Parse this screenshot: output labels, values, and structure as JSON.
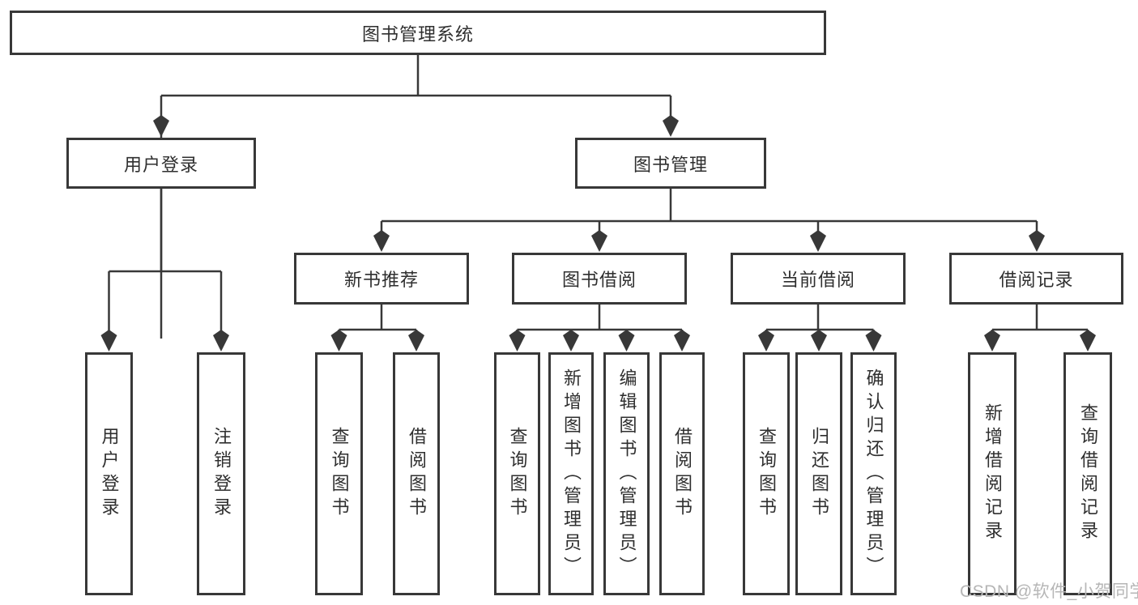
{
  "diagram_title": "图书管理系统",
  "nodes": {
    "root": "图书管理系统",
    "user_login": "用户登录",
    "book_mgmt": "图书管理",
    "new_book_rec": "新书推荐",
    "book_borrow": "图书借阅",
    "current_borrow": "当前借阅",
    "borrow_records": "借阅记录",
    "leaf_user_login": "用户登录",
    "leaf_logout": "注销登录",
    "leaf_query_book_1": "查询图书",
    "leaf_borrow_book_1": "借阅图书",
    "leaf_query_book_2": "查询图书",
    "leaf_add_book": "新增图书（管理员）",
    "leaf_edit_book": "编辑图书（管理员）",
    "leaf_borrow_book_2": "借阅图书",
    "leaf_query_book_3": "查询图书",
    "leaf_return_book": "归还图书",
    "leaf_confirm_return": "确认归还（管理员）",
    "leaf_add_record": "新增借阅记录",
    "leaf_query_record": "查询借阅记录"
  },
  "hierarchy": {
    "root": "图书管理系统",
    "children": [
      {
        "label": "用户登录",
        "children": [
          "用户登录",
          "注销登录"
        ]
      },
      {
        "label": "图书管理",
        "children": [
          {
            "label": "新书推荐",
            "children": [
              "查询图书",
              "借阅图书"
            ]
          },
          {
            "label": "图书借阅",
            "children": [
              "查询图书",
              "新增图书（管理员）",
              "编辑图书（管理员）",
              "借阅图书"
            ]
          },
          {
            "label": "当前借阅",
            "children": [
              "查询图书",
              "归还图书",
              "确认归还（管理员）"
            ]
          },
          {
            "label": "借阅记录",
            "children": [
              "新增借阅记录",
              "查询借阅记录"
            ]
          }
        ]
      }
    ]
  },
  "watermark": "CSDN @软件_小贺同学",
  "colors": {
    "background": "#ffffff",
    "box_border": "#383838",
    "connector_line": "#383838",
    "text": "#2f2f2f",
    "watermark_text": "#b6b6b6"
  }
}
